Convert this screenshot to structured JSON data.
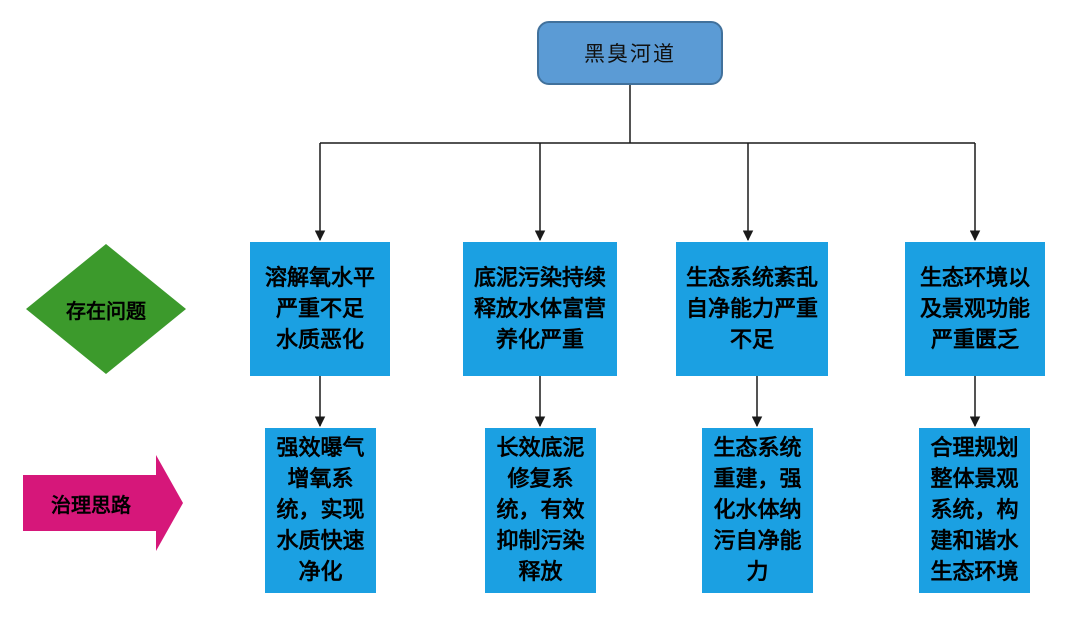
{
  "root": {
    "label": "黑臭河道"
  },
  "row_labels": {
    "problems": "存在问题",
    "approaches": "治理思路"
  },
  "problems": [
    {
      "text": "溶解氧水平\n严重不足\n水质恶化"
    },
    {
      "text": "底泥污染持续\n释放水体富营\n养化严重"
    },
    {
      "text": "生态系统紊乱\n自净能力严重\n不足"
    },
    {
      "text": "生态环境以\n及景观功能\n严重匮乏"
    }
  ],
  "approaches": [
    {
      "text": "强效曝气\n增氧系\n统，实现\n水质快速\n净化"
    },
    {
      "text": "长效底泥\n修复系\n统，有效\n抑制污染\n释放"
    },
    {
      "text": "生态系统\n重建，强\n化水体纳\n污自净能\n力"
    },
    {
      "text": "合理规划\n整体景观\n系统，构\n建和谐水\n生态环境"
    }
  ],
  "colors": {
    "root_fill": "#5b9bd5",
    "box_fill": "#1ba0e2",
    "diamond_fill": "#3c9a2c",
    "arrow_fill": "#d6177a",
    "line": "#1a1a1a"
  }
}
